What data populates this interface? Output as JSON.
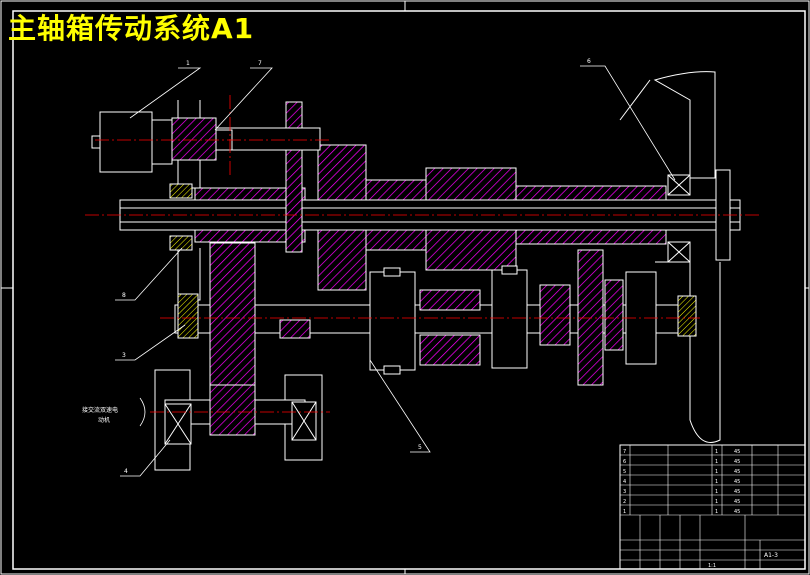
{
  "title": "主轴箱传动系统A1",
  "part_labels": [
    "1",
    "7",
    "6",
    "8",
    "3",
    "4",
    "5"
  ],
  "annotation": [
    "接交流双速电",
    "动机"
  ],
  "title_block": {
    "parts_list": [
      {
        "no": "7",
        "qty": "1",
        "material": "45"
      },
      {
        "no": "6",
        "qty": "1",
        "material": "45"
      },
      {
        "no": "5",
        "qty": "1",
        "material": "45"
      },
      {
        "no": "4",
        "qty": "1",
        "material": "45"
      },
      {
        "no": "3",
        "qty": "1",
        "material": "45"
      },
      {
        "no": "2",
        "qty": "1",
        "material": "45"
      },
      {
        "no": "1",
        "qty": "1",
        "material": "45"
      }
    ],
    "drawing_no": "A1-3",
    "scale": "1:1"
  },
  "colors": {
    "outline": "#ffffff",
    "hatch": "#ff00ff",
    "centerline": "#ff0000",
    "bearing": "#ffff00",
    "title": "#ffff00"
  }
}
